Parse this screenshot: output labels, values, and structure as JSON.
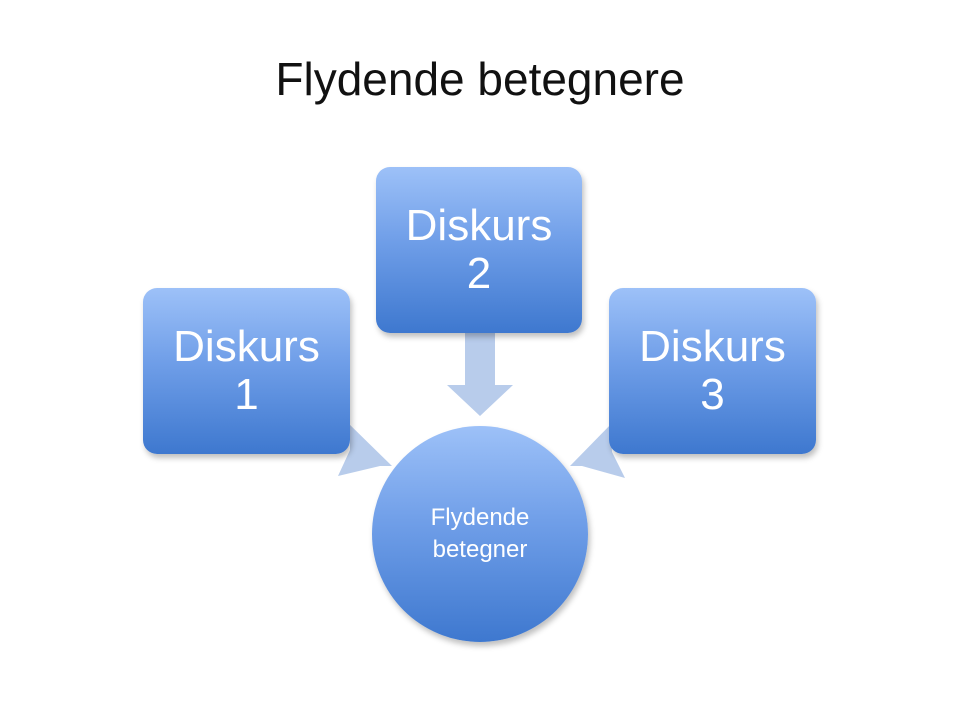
{
  "slide": {
    "title": "Flydende betegnere"
  },
  "diagram": {
    "center": {
      "label": "Flydende\nbetegner"
    },
    "nodes": [
      {
        "label": "Diskurs\n1"
      },
      {
        "label": "Diskurs\n2"
      },
      {
        "label": "Diskurs\n3"
      }
    ],
    "colors": {
      "node_top": "#9dc1f8",
      "node_bottom": "#3e78cf",
      "arrow": "#b4c9ea",
      "text": "#ffffff"
    }
  }
}
